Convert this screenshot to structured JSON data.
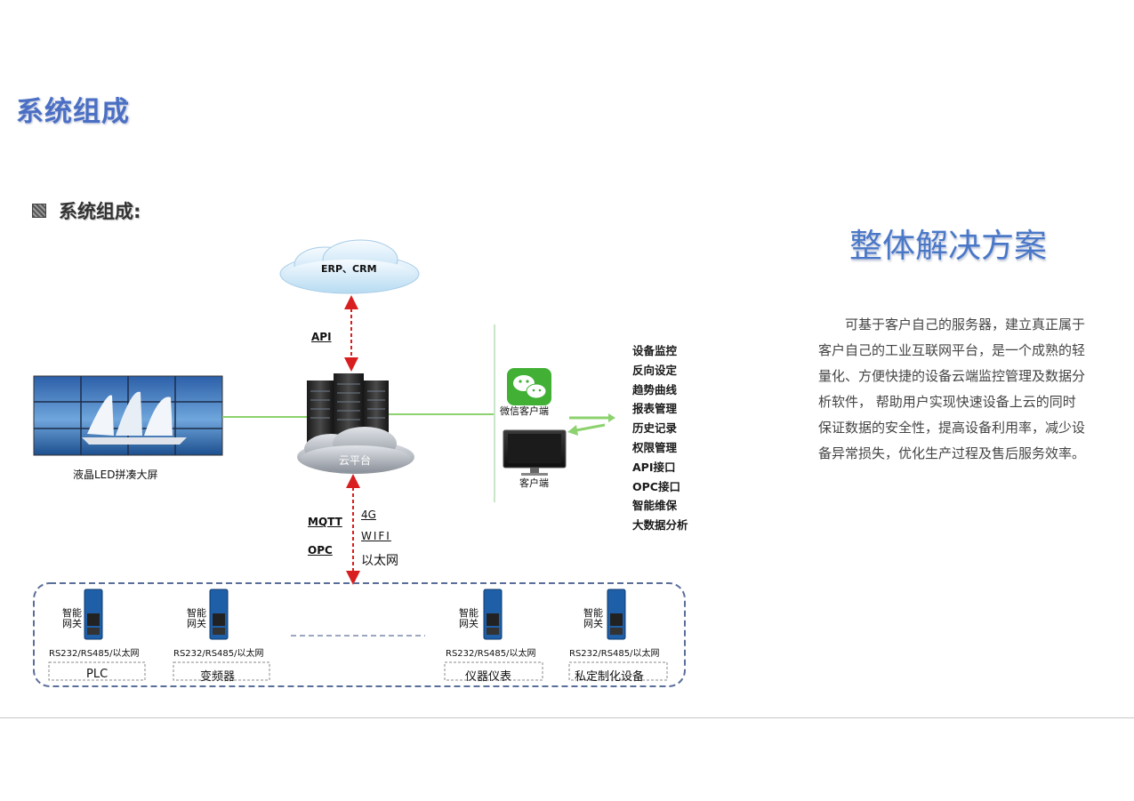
{
  "page": {
    "title": "系统组成",
    "section_heading": "系统组成:"
  },
  "diagram": {
    "cloud_top": "ERP、CRM",
    "api_label": "API",
    "server_label": "云平台",
    "led_caption": "液晶LED拼凑大屏",
    "wechat_label": "微信客户端",
    "client_label": "客户端",
    "protocols_left": [
      "MQTT",
      "OPC"
    ],
    "protocols_right": [
      "4G",
      "WIFI",
      "以太网"
    ],
    "features": [
      "设备监控",
      "反向设定",
      "趋势曲线",
      "报表管理",
      "历史记录",
      "权限管理",
      "API接口",
      "OPC接口",
      "智能维保",
      "大数据分析"
    ],
    "gateway_label_line1": "智能",
    "gateway_label_line2": "网关",
    "port_label": "RS232/RS485/以太网",
    "devices": [
      "PLC",
      "变频器",
      "仪器仪表",
      "私定制化设备"
    ]
  },
  "solution": {
    "title": "整体解决方案",
    "body": "可基于客户自己的服务器，建立真正属于客户自己的工业互联网平台，是一个成熟的轻量化、方便快捷的设备云端监控管理及数据分析软件， 帮助用户实现快速设备上云的同时保证数据的安全性，提高设备利用率，减少设备异常损失，优化生产过程及售后服务效率。"
  },
  "colors": {
    "title_blue": "#4a6fc4",
    "red_arrow": "#d81e1e",
    "green_line": "#8cd26e",
    "dashed_border": "#5a6e9a"
  }
}
